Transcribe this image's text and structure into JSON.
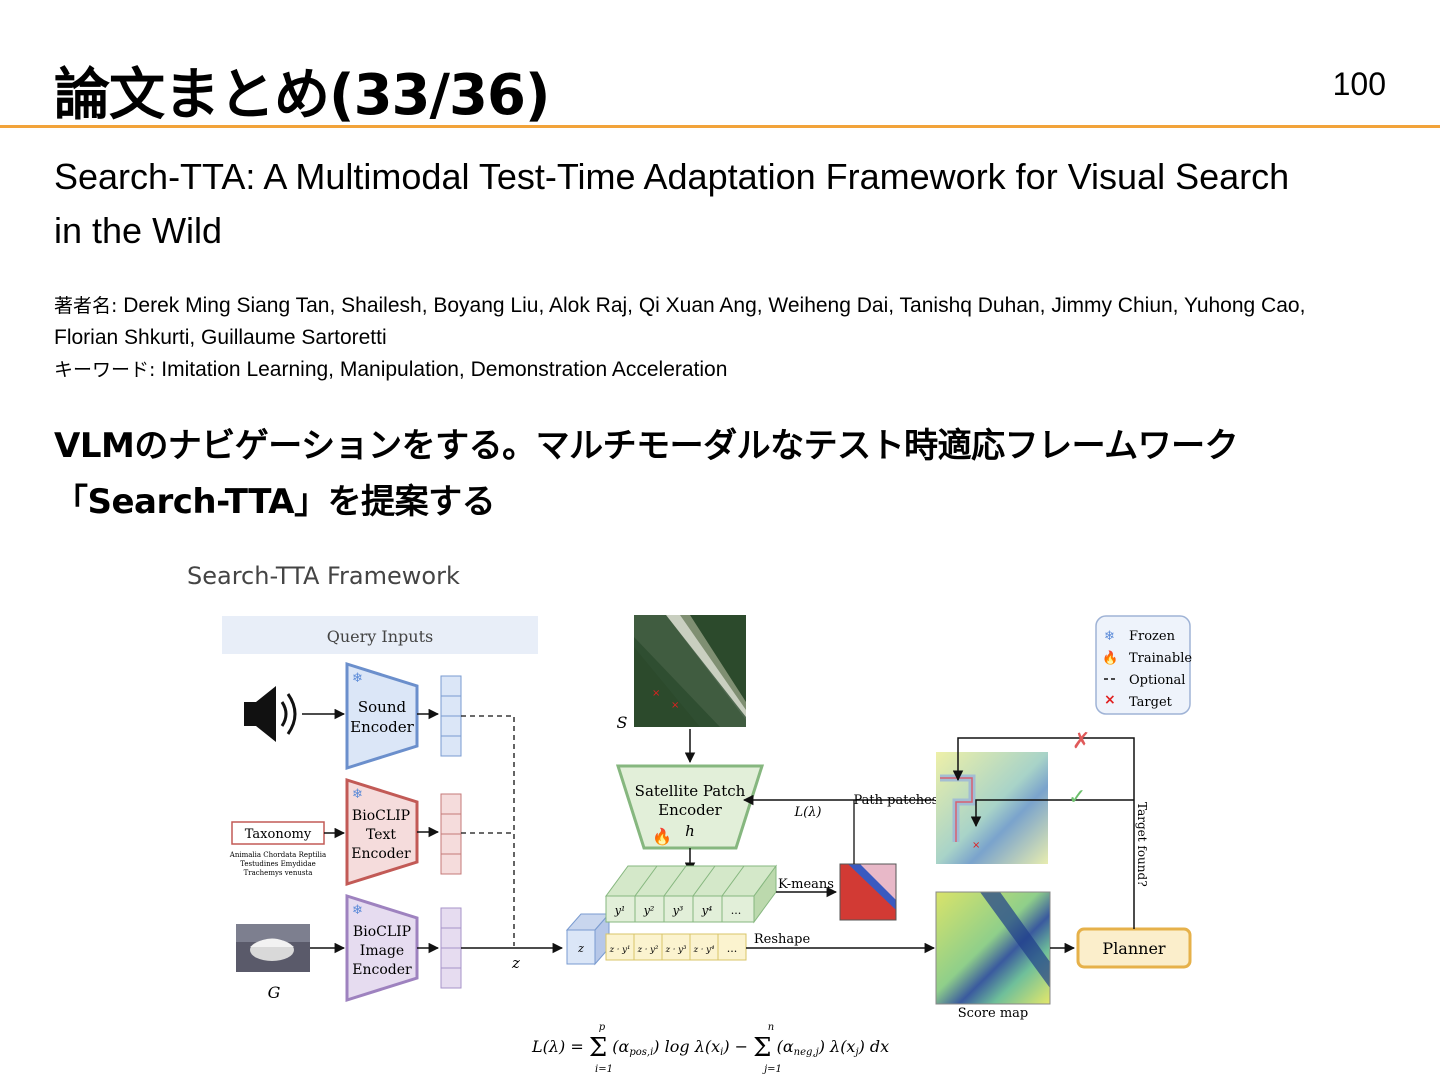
{
  "slide": {
    "title": "論文まとめ(33/36)",
    "page_number": "100"
  },
  "paper": {
    "title_line1": "Search-TTA: A Multimodal Test-Time Adaptation Framework for Visual Search",
    "title_line2": "in the Wild",
    "authors_label": "著者名:",
    "authors_line1": "Derek Ming Siang Tan, Shailesh, Boyang Liu, Alok Raj, Qi Xuan Ang, Weiheng Dai, Tanishq Duhan, Jimmy Chiun, Yuhong Cao,",
    "authors_line2": "Florian Shkurti, Guillaume Sartoretti",
    "keywords_label": "キーワード:",
    "keywords": "Imitation Learning, Manipulation, Demonstration Acceleration"
  },
  "summary": {
    "line1": "VLMのナビゲーションをする。マルチモーダルなテスト時適応フレームワーク",
    "line2": "「Search-TTA」を提案する"
  },
  "figure": {
    "heading": "Search-TTA Framework",
    "query_inputs": "Query Inputs",
    "sound_encoder": [
      "Sound",
      "Encoder"
    ],
    "bioclip_text_encoder": [
      "BioCLIP",
      "Text",
      "Encoder"
    ],
    "bioclip_image_encoder": [
      "BioCLIP",
      "Image",
      "Encoder"
    ],
    "taxonomy_label": "Taxonomy",
    "taxonomy_lines": [
      "Animalia Chordata Reptilia",
      "Testudines Emydidae",
      "Trachemys venusta"
    ],
    "g_label": "G",
    "s_label": "S",
    "z_label": "z",
    "z_box_label": "z",
    "satellite_encoder": [
      "Satellite Patch",
      "Encoder"
    ],
    "h_label": "h",
    "y_cells": [
      "y¹",
      "y²",
      "y³",
      "y⁴",
      "..."
    ],
    "zy_cells": [
      "z · y¹",
      "z · y²",
      "z · y³",
      "z · y⁴",
      "..."
    ],
    "loss_label": "L(λ)",
    "path_patches": "Path patches",
    "kmeans": "K-means",
    "reshape": "Reshape",
    "score_map": "Score map",
    "planner": "Planner",
    "target_found": "Target found?",
    "legend": {
      "frozen": "Frozen",
      "trainable": "Trainable",
      "optional": "Optional",
      "target": "Target"
    },
    "equation": "L(λ) = Σ (α_pos,i) log λ(x_i) − Σ (α_neg,j) λ(x_j) dx",
    "equation_top1": "p",
    "equation_bot1": "i=1",
    "equation_top2": "n",
    "equation_bot2": "j=1",
    "colors": {
      "accent": "#f2a33a",
      "sound_encoder": "#6b8fcc",
      "text_encoder": "#c25a56",
      "image_encoder": "#9e82bf",
      "satellite_encoder": "#86b77f",
      "planner": "#e6b14a"
    }
  }
}
